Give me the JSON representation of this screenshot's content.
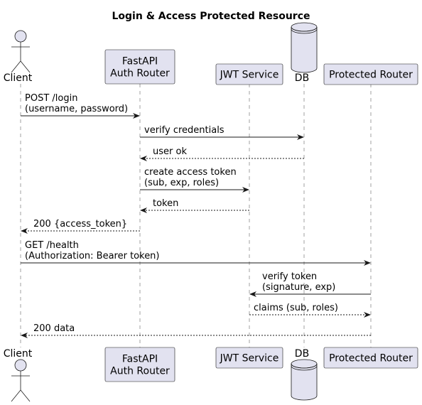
{
  "title": "Login & Access Protected Resource",
  "participants": [
    {
      "id": "client",
      "kind": "actor",
      "lines": [
        "Client"
      ]
    },
    {
      "id": "auth",
      "kind": "box",
      "lines": [
        "FastAPI",
        "Auth Router"
      ]
    },
    {
      "id": "jwt",
      "kind": "box",
      "lines": [
        "JWT Service"
      ]
    },
    {
      "id": "db",
      "kind": "database",
      "lines": [
        "DB"
      ]
    },
    {
      "id": "protected",
      "kind": "box",
      "lines": [
        "Protected Router"
      ]
    }
  ],
  "messages": [
    {
      "from": "client",
      "to": "auth",
      "style": "solid",
      "lines": [
        "POST /login",
        "(username, password)"
      ]
    },
    {
      "from": "auth",
      "to": "db",
      "style": "solid",
      "lines": [
        "verify credentials"
      ]
    },
    {
      "from": "db",
      "to": "auth",
      "style": "dashed",
      "lines": [
        "user ok"
      ]
    },
    {
      "from": "auth",
      "to": "jwt",
      "style": "solid",
      "lines": [
        "create access token",
        "(sub, exp, roles)"
      ]
    },
    {
      "from": "jwt",
      "to": "auth",
      "style": "dashed",
      "lines": [
        "token"
      ]
    },
    {
      "from": "auth",
      "to": "client",
      "style": "dashed",
      "lines": [
        "200 {access_token}"
      ]
    },
    {
      "from": "client",
      "to": "protected",
      "style": "solid",
      "lines": [
        "GET /health",
        "(Authorization: Bearer token)"
      ]
    },
    {
      "from": "protected",
      "to": "jwt",
      "style": "solid",
      "lines": [
        "verify token",
        "(signature, exp)"
      ]
    },
    {
      "from": "jwt",
      "to": "protected",
      "style": "dashed",
      "lines": [
        "claims (sub, roles)"
      ]
    },
    {
      "from": "protected",
      "to": "client",
      "style": "dashed",
      "lines": [
        "200 data"
      ]
    }
  ],
  "colors": {
    "participant_fill": "#e2e2f0",
    "participant_border": "#181818",
    "lifeline": "#a0a0a0",
    "arrow": "#181818"
  }
}
